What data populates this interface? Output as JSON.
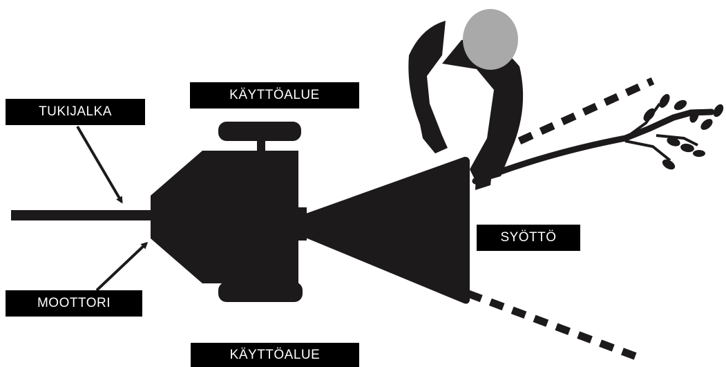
{
  "labels": {
    "operating_area_top": "KÄYTTÖALUE",
    "support_leg": "TUKIJALKA",
    "feed": "SYÖTTÖ",
    "engine": "MOOTTORI",
    "operating_area_bottom": "KÄYTTÖALUE"
  },
  "colors": {
    "machine": "#1c1a1b",
    "person_head": "#a9a9a9",
    "label_background": "#000000",
    "label_text": "#ffffff"
  }
}
